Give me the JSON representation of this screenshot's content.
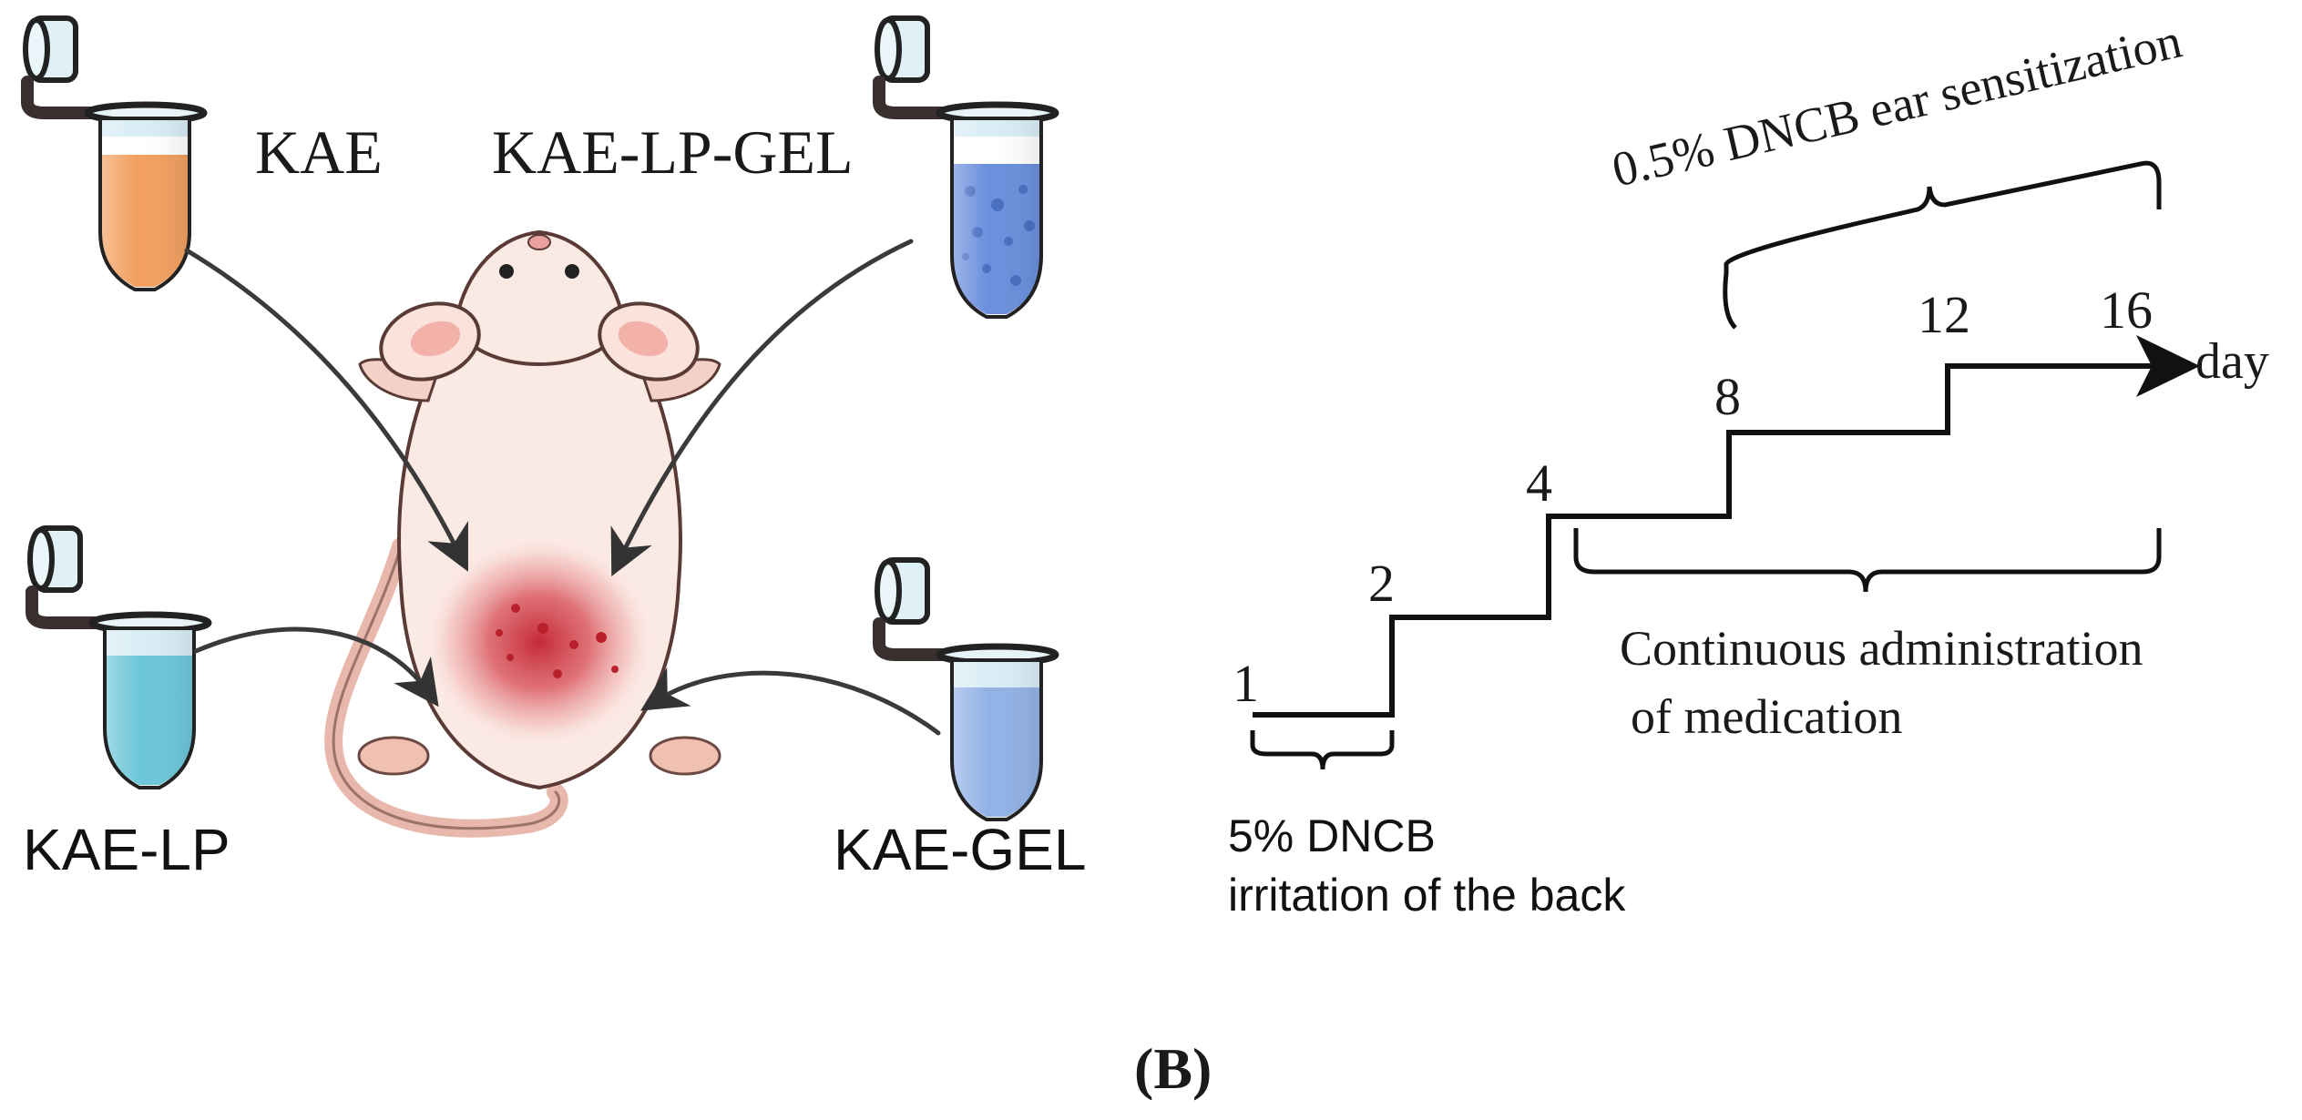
{
  "tubes": {
    "kae": {
      "label": "KAE",
      "color": "#f2a060"
    },
    "kae_lp_gel": {
      "label": "KAE-LP-GEL",
      "color": "#6a8fdc"
    },
    "kae_lp": {
      "label": "KAE-LP",
      "color": "#6cc6d8"
    },
    "kae_gel": {
      "label": "KAE-GEL",
      "color": "#92b2e6"
    }
  },
  "timeline": {
    "days": [
      "1",
      "2",
      "4",
      "8",
      "12",
      "16"
    ],
    "unit": "day",
    "ear_sensitization": "0.5% DNCB ear sensitization",
    "continuous_line1": "Continuous administration",
    "continuous_line2": "of medication",
    "back_line1": "5% DNCB",
    "back_line2": "irritation of the back"
  },
  "panel_label": "(B)",
  "colors": {
    "lesion": "#c8303c",
    "mouse_body": "#fbe9e4",
    "outline": "#3a2a2a",
    "arrow": "#3a3a3a"
  }
}
